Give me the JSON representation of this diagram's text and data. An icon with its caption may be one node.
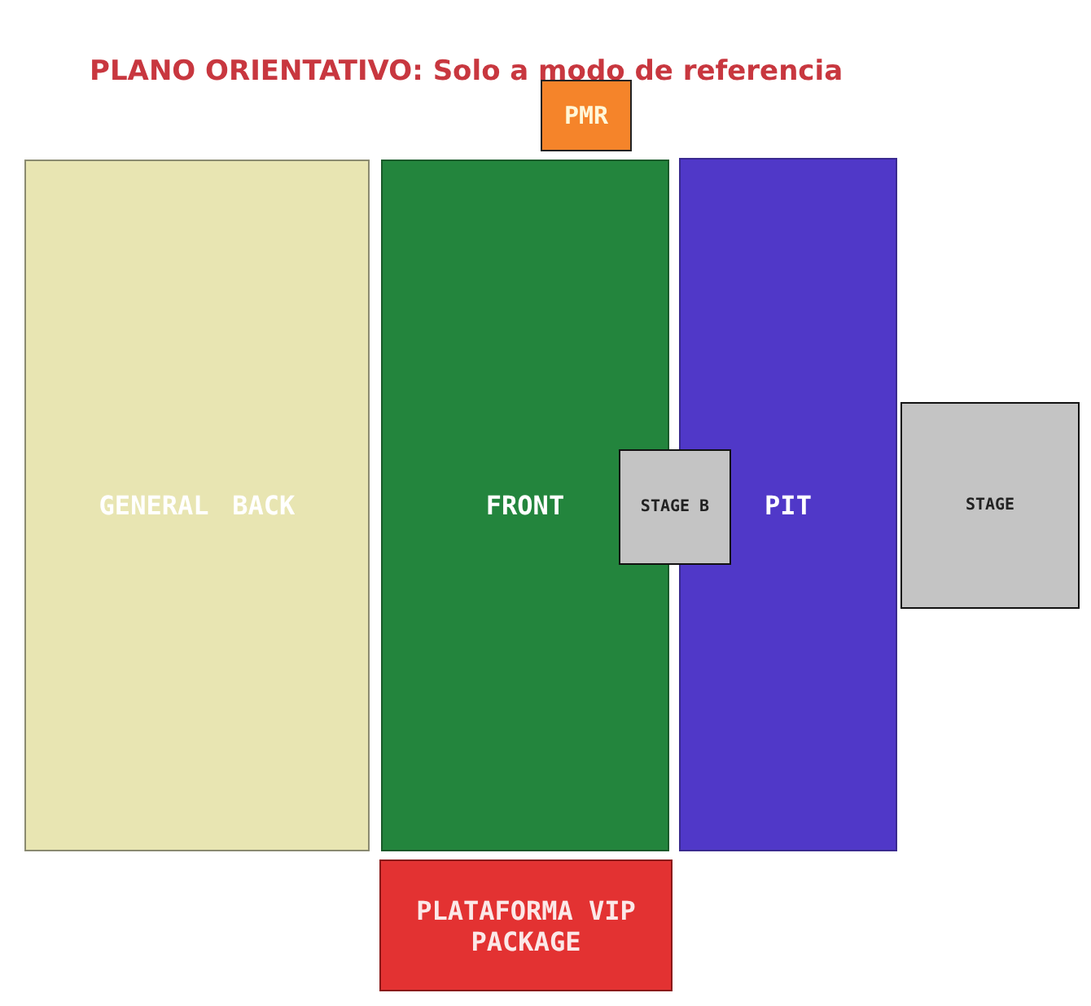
{
  "diagram": {
    "title": "PLANO ORIENTATIVO: Solo a modo de referencia",
    "nodes": [
      {
        "text": [
          "PMR"
        ]
      },
      {
        "text": [
          "GENERAL BACK"
        ]
      },
      {
        "text": [
          "FRONT"
        ]
      },
      {
        "text": [
          "STAGE B"
        ]
      },
      {
        "text": [
          "PIT"
        ]
      },
      {
        "text": [
          "STAGE"
        ]
      },
      {
        "text": [
          "PLATAFORMA VIP PACKAGE"
        ]
      }
    ]
  }
}
